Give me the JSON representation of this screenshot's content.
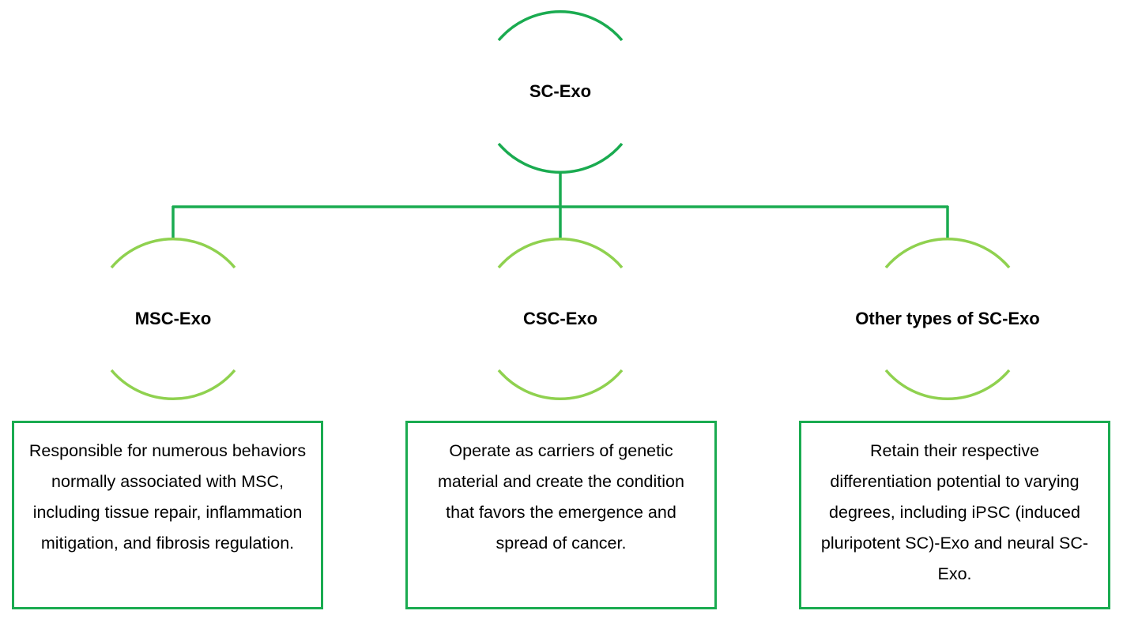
{
  "colors": {
    "root_arc": "#1aab50",
    "child_arc": "#8fd14f",
    "connector": "#1aab50",
    "box_border": "#1aab50"
  },
  "root": {
    "label": "SC-Exo"
  },
  "children": [
    {
      "label": "MSC-Exo",
      "description": "Responsible for numerous behaviors normally associated with MSC, including tissue repair, inflammation mitigation, and fibrosis regulation."
    },
    {
      "label": "CSC-Exo",
      "description": "Operate as carriers of genetic material and create the condition that favors the emergence and spread of cancer."
    },
    {
      "label": "Other types of SC-Exo",
      "description": "Retain their respective differentiation potential to varying degrees, including iPSC (induced pluripotent SC)-Exo and neural SC-Exo."
    }
  ]
}
